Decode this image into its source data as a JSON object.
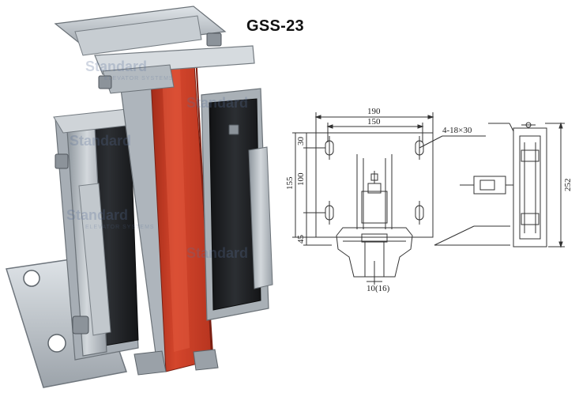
{
  "model": {
    "title": "GSS-23"
  },
  "watermark": {
    "text": "Standard",
    "subtext": "ELEVATOR SYSTEMS"
  },
  "drawing": {
    "front_view": {
      "width_overall": "190",
      "width_inner": "150",
      "holes": "4-18×30",
      "height_overall": "155",
      "height_holes": "100",
      "offset_top": "30",
      "offset_bottom": "45",
      "slot": "10(16)"
    },
    "side_view": {
      "height": "252"
    }
  },
  "colors": {
    "liner": "#c8402a",
    "steel": "#b9c0c6",
    "rubber": "#1d1f22"
  }
}
